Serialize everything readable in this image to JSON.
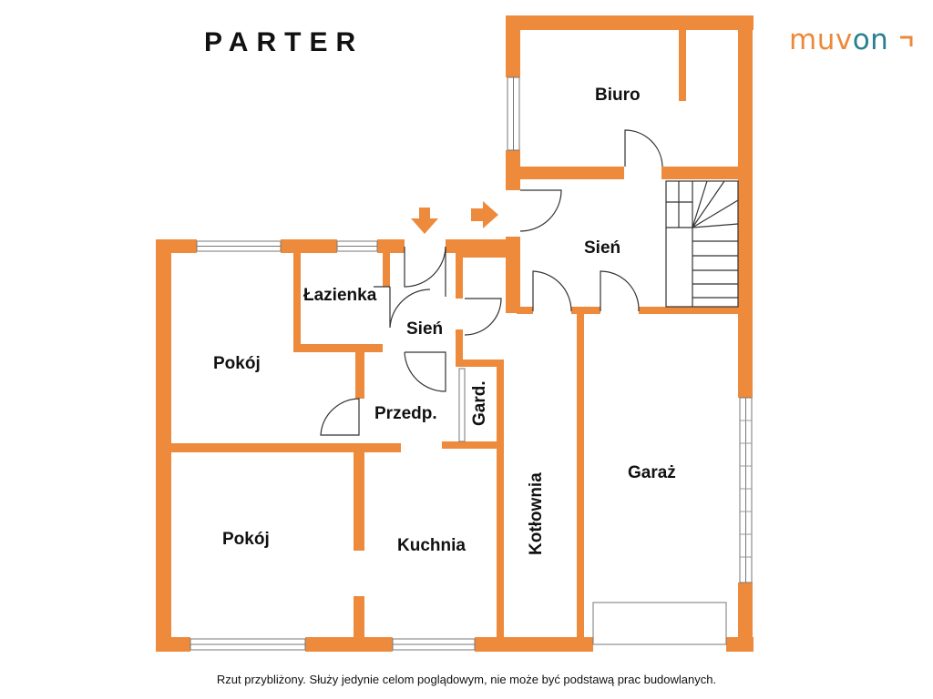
{
  "title": "PARTER",
  "brand": {
    "name_part1": "muv",
    "name_part2": "on",
    "color_orange": "#ec8a3b",
    "color_teal": "#2a8090"
  },
  "wall_color": "#ee8a3c",
  "rooms": {
    "biuro": "Biuro",
    "sien_upper": "Sień",
    "lazienka": "Łazienka",
    "sien_lower": "Sień",
    "pokoj_upper": "Pokój",
    "przedp": "Przedp.",
    "gard": "Gard.",
    "garaz": "Garaż",
    "kotlownia": "Kotłownia",
    "pokoj_lower": "Pokój",
    "kuchnia": "Kuchnia"
  },
  "disclaimer": "Rzut przybliżony. Służy jedynie celom poglądowym, nie może być podstawą prac budowlanych."
}
